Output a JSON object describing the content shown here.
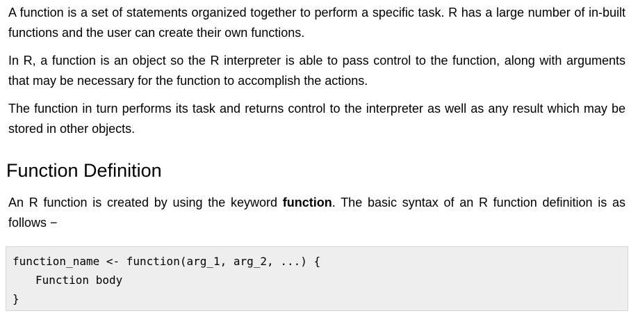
{
  "paragraphs": {
    "p1": "A function is a set of statements organized together to perform a specific task. R has a large number of in-built functions and the user can create their own functions.",
    "p2": "In R, a function is an object so the R interpreter is able to pass control to the function, along with arguments that may be necessary for the function to accomplish the actions.",
    "p3": "The function in turn performs its task and returns control to the interpreter as well as any result which may be stored in other objects."
  },
  "section": {
    "title": "Function Definition",
    "intro_before": "An R function is created by using the keyword ",
    "intro_keyword": "function",
    "intro_after": ". The basic syntax of an R function definition is as follows −"
  },
  "code": {
    "line1": "function_name <- function(arg_1, arg_2, ...) {",
    "line2": "Function body",
    "line3": "}"
  }
}
